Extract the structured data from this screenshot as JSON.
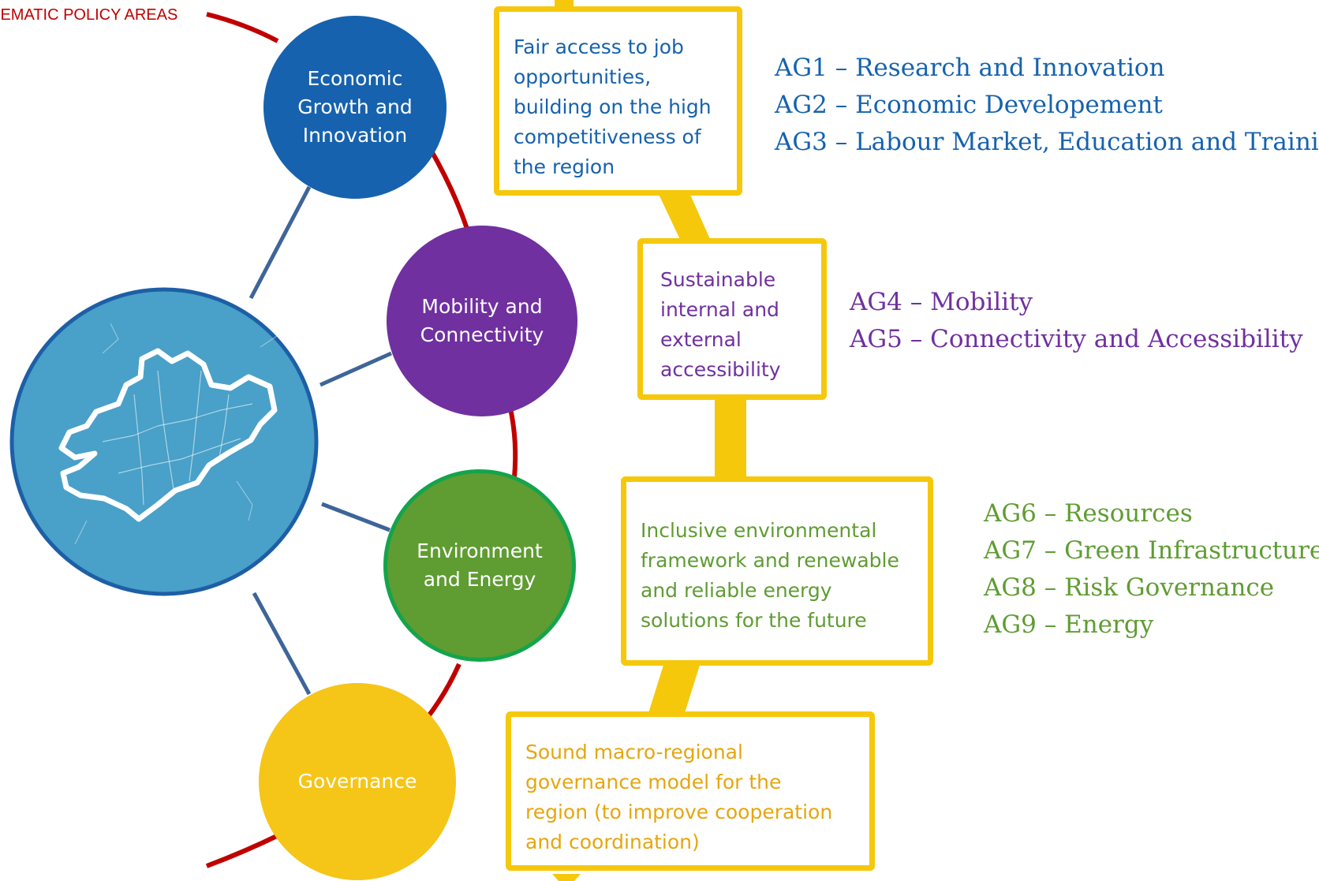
{
  "header": {
    "label": "HEMATIC POLICY AREAS"
  },
  "colors": {
    "red_arc": "#c00000",
    "connector": "#3e6598",
    "yellow": "#f5c80c",
    "economic": "#1662ae",
    "mobility": "#7030a0",
    "environment": "#5f9c32",
    "governance": "#f5c518",
    "map": "#49a0c8"
  },
  "areas": {
    "economic": {
      "label": "Economic\nGrowth and\nInnovation"
    },
    "mobility": {
      "label": "Mobility and\nConnectivity"
    },
    "environment": {
      "label": "Environment\nand Energy"
    },
    "governance": {
      "label": "Governance"
    }
  },
  "objectives": {
    "economic": "Fair access to job\nopportunities,\nbuilding on the high\ncompetitiveness of\nthe region",
    "mobility": "Sustainable\ninternal and\nexternal\naccessibility",
    "environment": "Inclusive environmental\nframework and renewable\nand reliable energy\nsolutions for the future",
    "governance": "Sound macro-regional\ngovernance model for the\nregion (to improve cooperation\nand coordination)"
  },
  "action_groups": {
    "economic": [
      {
        "code": "AG1",
        "name": "Research and Innovation"
      },
      {
        "code": "AG2",
        "name": "Economic Developement"
      },
      {
        "code": "AG3",
        "name": "Labour Market, Education and Training"
      }
    ],
    "mobility": [
      {
        "code": "AG4",
        "name": "Mobility"
      },
      {
        "code": "AG5",
        "name": "Connectivity and Accessibility"
      }
    ],
    "environment": [
      {
        "code": "AG6",
        "name": "Resources"
      },
      {
        "code": "AG7",
        "name": "Green Infrastructure"
      },
      {
        "code": "AG8",
        "name": "Risk Governance"
      },
      {
        "code": "AG9",
        "name": "Energy"
      }
    ]
  },
  "separator": " – "
}
